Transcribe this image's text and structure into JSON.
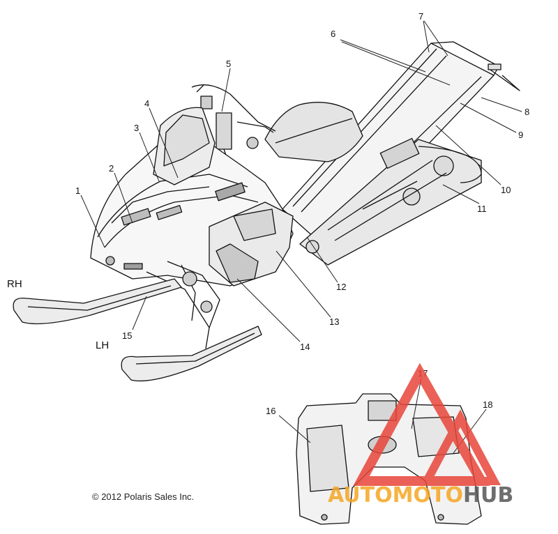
{
  "callouts": [
    "1",
    "2",
    "3",
    "4",
    "5",
    "6",
    "7",
    "8",
    "9",
    "10",
    "11",
    "12",
    "13",
    "14",
    "15",
    "16",
    "17",
    "18"
  ],
  "side_labels": {
    "right": "RH",
    "left": "LH"
  },
  "copyright": "© 2012 Polaris Sales Inc.",
  "watermark": {
    "part1": "AUTOMOTO",
    "part2": "HUB",
    "color1": "#f5a623",
    "color2": "#555555",
    "triangle_color": "#e8463a"
  },
  "colors": {
    "line": "#111111",
    "shade": "#cfcfcf",
    "leader": "#222222"
  }
}
